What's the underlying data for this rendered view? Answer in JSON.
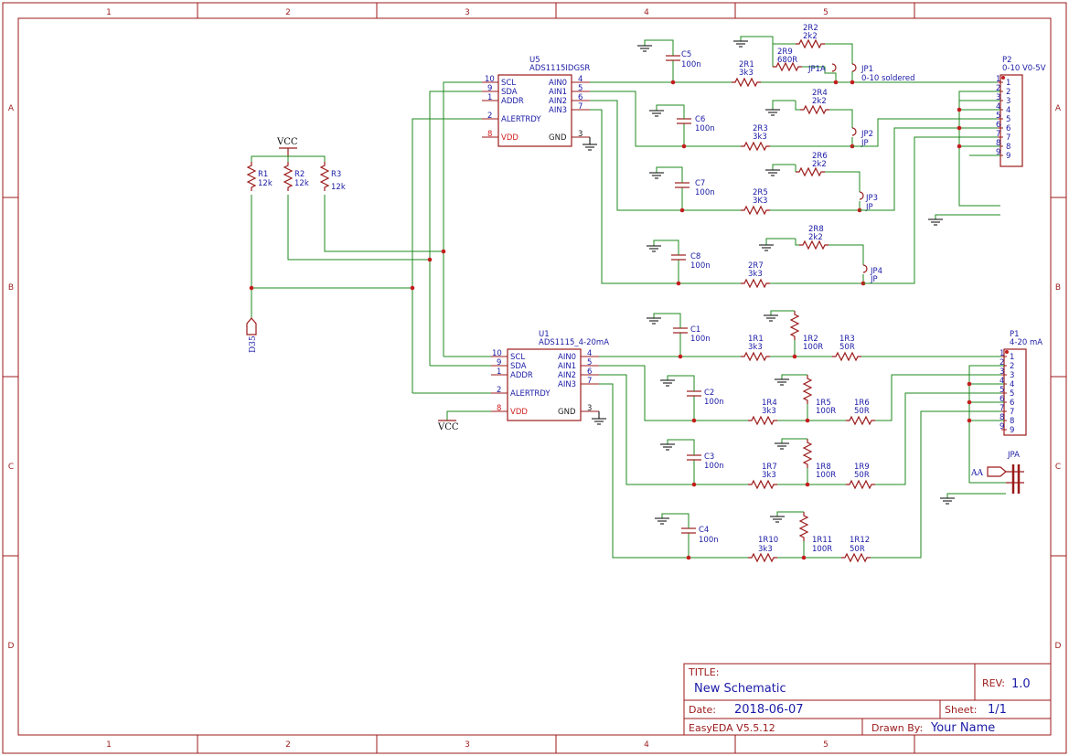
{
  "frame": {
    "columns": [
      "1",
      "2",
      "3",
      "4",
      "5"
    ],
    "rows": [
      "A",
      "B",
      "C",
      "D"
    ]
  },
  "title_block": {
    "title_label": "TITLE:",
    "title": "New Schematic",
    "rev_label": "REV:",
    "rev": "1.0",
    "date_label": "Date:",
    "date": "2018-06-07",
    "sheet_label": "Sheet:",
    "sheet": "1/1",
    "tool": "EasyEDA V5.5.12",
    "drawn_label": "Drawn By:",
    "drawn_by": "Your Name"
  },
  "nets": {
    "vcc_top": "VCC",
    "vcc_bottom": "VCC",
    "d35": "D35",
    "aa": "AA"
  },
  "pullups": [
    {
      "ref": "R1",
      "value": "12k"
    },
    {
      "ref": "R2",
      "value": "12k"
    },
    {
      "ref": "R3",
      "value": "12k"
    }
  ],
  "u5": {
    "ref": "U5",
    "part": "ADS1115IDGSR",
    "left_pins": [
      {
        "num": "10",
        "name": "SCL"
      },
      {
        "num": "9",
        "name": "SDA"
      },
      {
        "num": "1",
        "name": "ADDR"
      },
      {
        "num": "2",
        "name": "ALERTRDY"
      },
      {
        "num": "8",
        "name": "VDD"
      }
    ],
    "right_pins": [
      {
        "num": "4",
        "name": "AIN0"
      },
      {
        "num": "5",
        "name": "AIN1"
      },
      {
        "num": "6",
        "name": "AIN2"
      },
      {
        "num": "7",
        "name": "AIN3"
      },
      {
        "num": "3",
        "name": "GND"
      }
    ]
  },
  "u1": {
    "ref": "U1",
    "part": "ADS1115_4-20mA",
    "left_pins": [
      {
        "num": "10",
        "name": "SCL"
      },
      {
        "num": "9",
        "name": "SDA"
      },
      {
        "num": "1",
        "name": "ADDR"
      },
      {
        "num": "2",
        "name": "ALERTRDY"
      },
      {
        "num": "8",
        "name": "VDD"
      }
    ],
    "right_pins": [
      {
        "num": "4",
        "name": "AIN0"
      },
      {
        "num": "5",
        "name": "AIN1"
      },
      {
        "num": "6",
        "name": "AIN2"
      },
      {
        "num": "7",
        "name": "AIN3"
      },
      {
        "num": "3",
        "name": "GND"
      }
    ]
  },
  "volt_channels": [
    {
      "cap": "C5",
      "cap_val": "100n",
      "rser": "2R1",
      "rser_val": "3k3",
      "rdiv": "2R2",
      "rdiv_val": "2k2",
      "jp": "JP1",
      "jp_val": "0-10 soldered",
      "extra_r": "2R9",
      "extra_r_val": "680R",
      "extra_jp": "JP1A"
    },
    {
      "cap": "C6",
      "cap_val": "100n",
      "rser": "2R3",
      "rser_val": "3k3",
      "rdiv": "2R4",
      "rdiv_val": "2k2",
      "jp": "JP2",
      "jp_val": "JP"
    },
    {
      "cap": "C7",
      "cap_val": "100n",
      "rser": "2R5",
      "rser_val": "3K3",
      "rdiv": "2R6",
      "rdiv_val": "2k2",
      "jp": "JP3",
      "jp_val": "JP"
    },
    {
      "cap": "C8",
      "cap_val": "100n",
      "rser": "2R7",
      "rser_val": "3k3",
      "rdiv": "2R8",
      "rdiv_val": "2k2",
      "jp": "JP4",
      "jp_val": "JP"
    }
  ],
  "current_channels": [
    {
      "cap": "C1",
      "cap_val": "100n",
      "rser": "1R1",
      "rser_val": "3k3",
      "rsh": "1R2",
      "rsh_val": "100R",
      "rout": "1R3",
      "rout_val": "50R"
    },
    {
      "cap": "C2",
      "cap_val": "100n",
      "rser": "1R4",
      "rser_val": "3k3",
      "rsh": "1R5",
      "rsh_val": "100R",
      "rout": "1R6",
      "rout_val": "50R"
    },
    {
      "cap": "C3",
      "cap_val": "100n",
      "rser": "1R7",
      "rser_val": "3k3",
      "rsh": "1R8",
      "rsh_val": "100R",
      "rout": "1R9",
      "rout_val": "50R"
    },
    {
      "cap": "C4",
      "cap_val": "100n",
      "rser": "1R10",
      "rser_val": "3k3",
      "rsh": "1R11",
      "rsh_val": "100R",
      "rout": "1R12",
      "rout_val": "50R"
    }
  ],
  "p2": {
    "ref": "P2",
    "value": "0-10 V0-5V",
    "pins": [
      "1",
      "2",
      "3",
      "4",
      "5",
      "6",
      "7",
      "8",
      "9"
    ]
  },
  "p1": {
    "ref": "P1",
    "value": "4-20 mA",
    "pins": [
      "1",
      "2",
      "3",
      "4",
      "5",
      "6",
      "7",
      "8",
      "9"
    ]
  },
  "jpa": {
    "ref": "JPA"
  }
}
